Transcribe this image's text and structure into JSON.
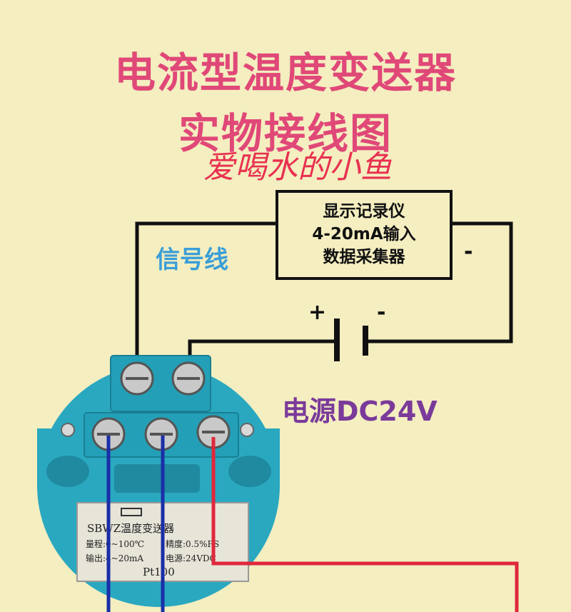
{
  "title": {
    "line1": "电流型温度变送器",
    "line2": "实物接线图"
  },
  "signature": "爱喝水的小鱼",
  "recorder": {
    "lines": [
      "显示记录仪",
      "4-20mA输入",
      "数据采集器"
    ]
  },
  "labels": {
    "signal": "信号线",
    "minus_right": "-",
    "battery_plus": "+",
    "battery_minus": "-",
    "power": "电源DC24V"
  },
  "plate": {
    "model": "SBWZ温度变送器",
    "range": "量程:0~100℃",
    "accuracy": "精度:0.5%FS",
    "output": "输出:4~20mA",
    "supply": "电源:24VDC",
    "sensor": "Pt100"
  },
  "colors": {
    "background": "#f4eec0",
    "title": "#e04878",
    "signal": "#3a9ed8",
    "power": "#7a3a9a",
    "housing": "#2aa8c0",
    "wire_blue": "#1a2ea8",
    "wire_red": "#e0283c"
  }
}
